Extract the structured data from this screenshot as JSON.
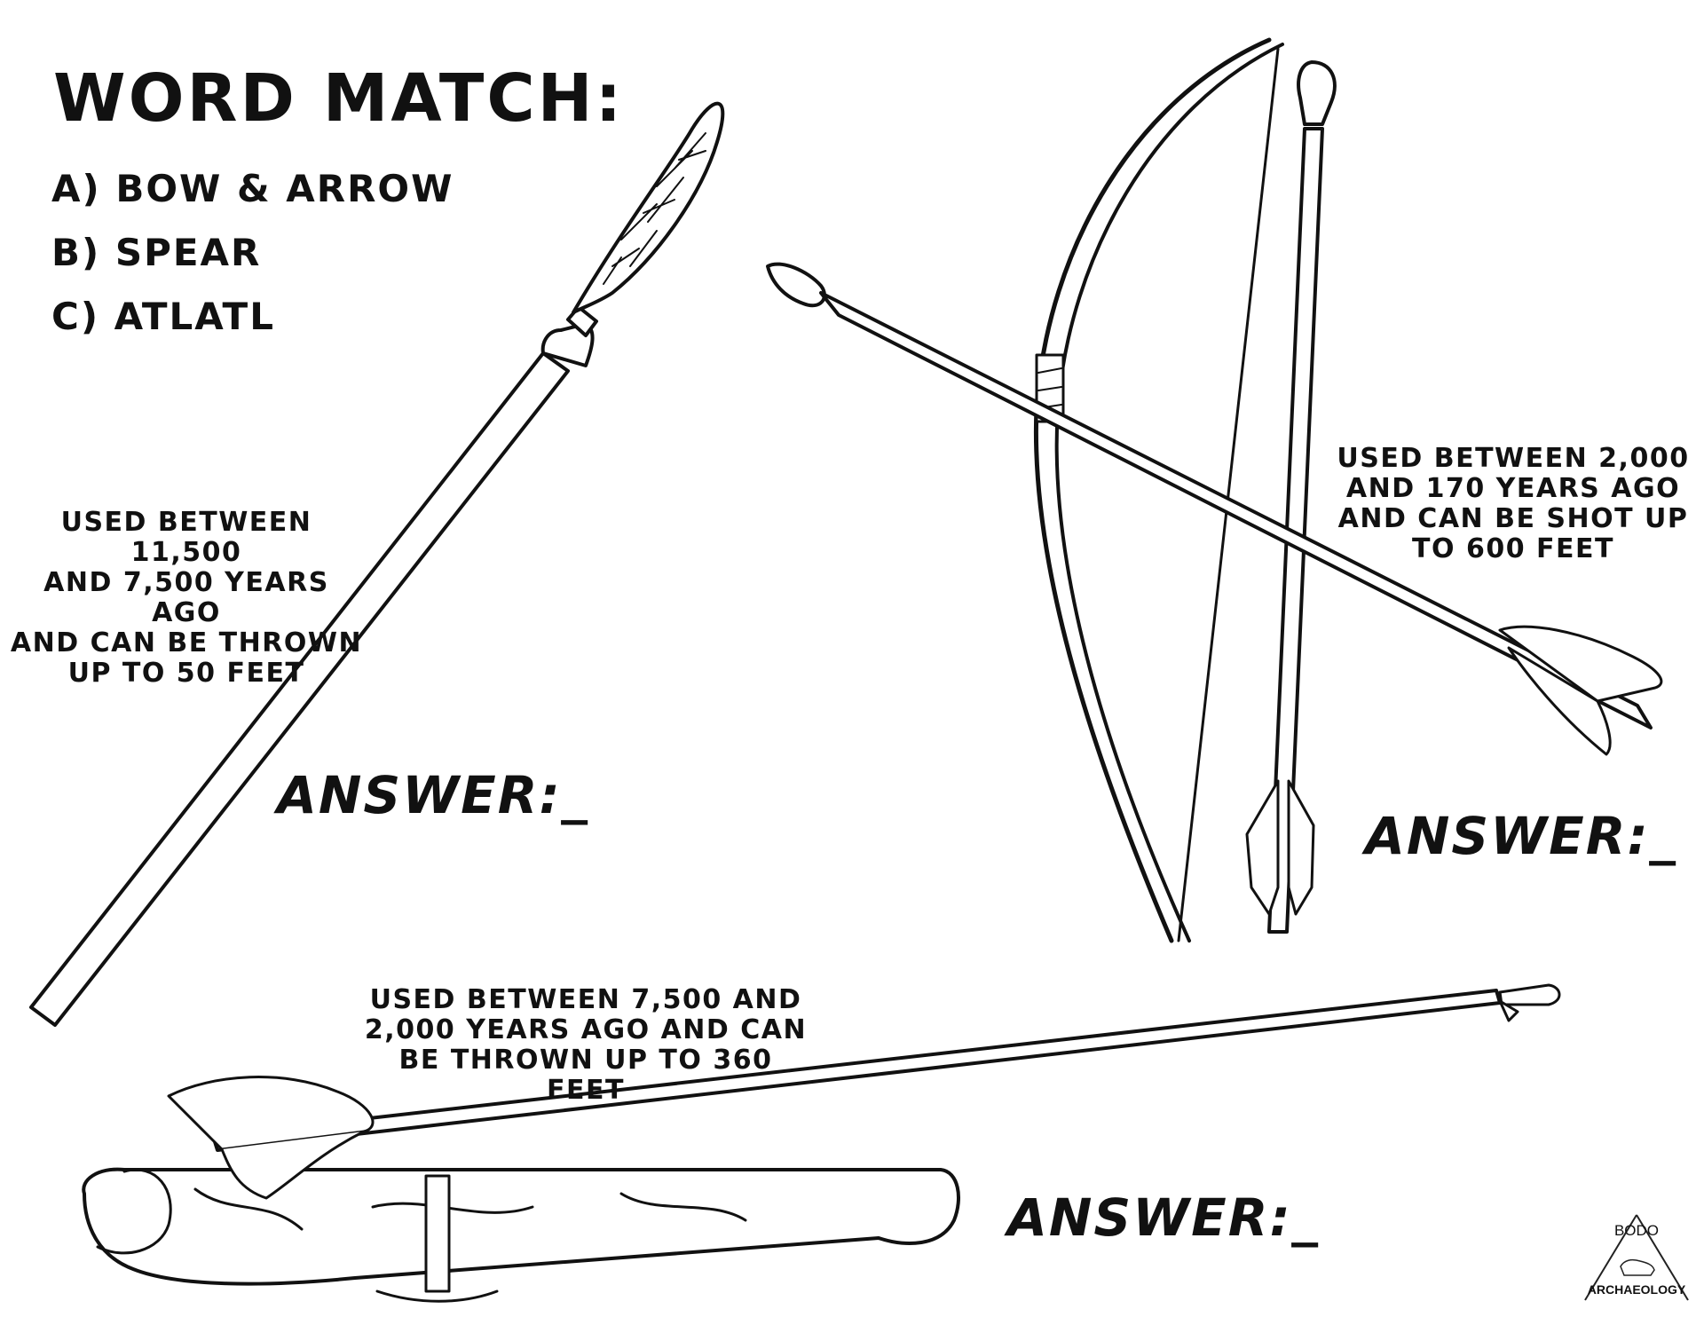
{
  "title": "WORD MATCH:",
  "options": [
    "A) BOW & ARROW",
    "B) SPEAR",
    "C) ATLATL"
  ],
  "descriptions": {
    "spear": [
      "USED BETWEEN 11,500",
      "AND 7,500 YEARS AGO",
      "AND CAN BE THROWN",
      "UP TO 50 FEET"
    ],
    "bow": [
      "USED BETWEEN  2,000",
      "AND 170 YEARS AGO",
      "AND CAN BE SHOT UP",
      "TO 600 FEET"
    ],
    "atlatl": [
      "USED BETWEEN 7,500 AND",
      "2,000 YEARS AGO AND CAN",
      "BE THROWN UP TO 360 FEET"
    ]
  },
  "answer_label": "ANSWER:_",
  "logo": {
    "top": "BODO",
    "bottom": "ARCHAEOLOGY"
  }
}
